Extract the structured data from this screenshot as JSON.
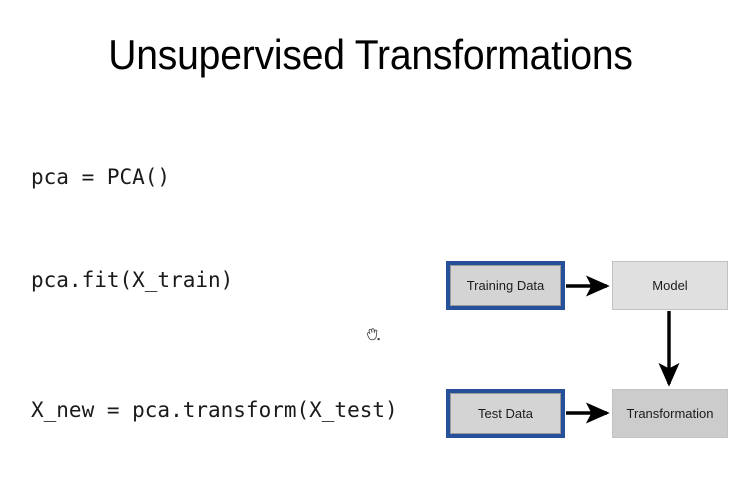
{
  "slide": {
    "title": "Unsupervised Transformations",
    "background_color": "#ffffff"
  },
  "code": {
    "lines": [
      {
        "text": "pca = PCA()"
      },
      {
        "text": "pca.fit(X_train)"
      },
      {
        "text": "X_new = pca.transform(X_test)"
      }
    ]
  },
  "diagram": {
    "accent_color": "#27509b",
    "box_fill_light": "#e0e0e0",
    "box_fill_dark": "#cccccc",
    "arrow_color": "#000000",
    "nodes": [
      {
        "id": "training-data",
        "label": "Training Data",
        "style": "data-highlight"
      },
      {
        "id": "model",
        "label": "Model",
        "style": "plain-light"
      },
      {
        "id": "test-data",
        "label": "Test Data",
        "style": "data-highlight"
      },
      {
        "id": "transformation",
        "label": "Transformation",
        "style": "plain-dark"
      }
    ],
    "edges": [
      {
        "from": "training-data",
        "to": "model",
        "direction": "right"
      },
      {
        "from": "model",
        "to": "transformation",
        "direction": "down"
      },
      {
        "from": "test-data",
        "to": "transformation",
        "direction": "right"
      }
    ]
  },
  "cursor": {
    "icon": "grab-hand-cursor"
  }
}
